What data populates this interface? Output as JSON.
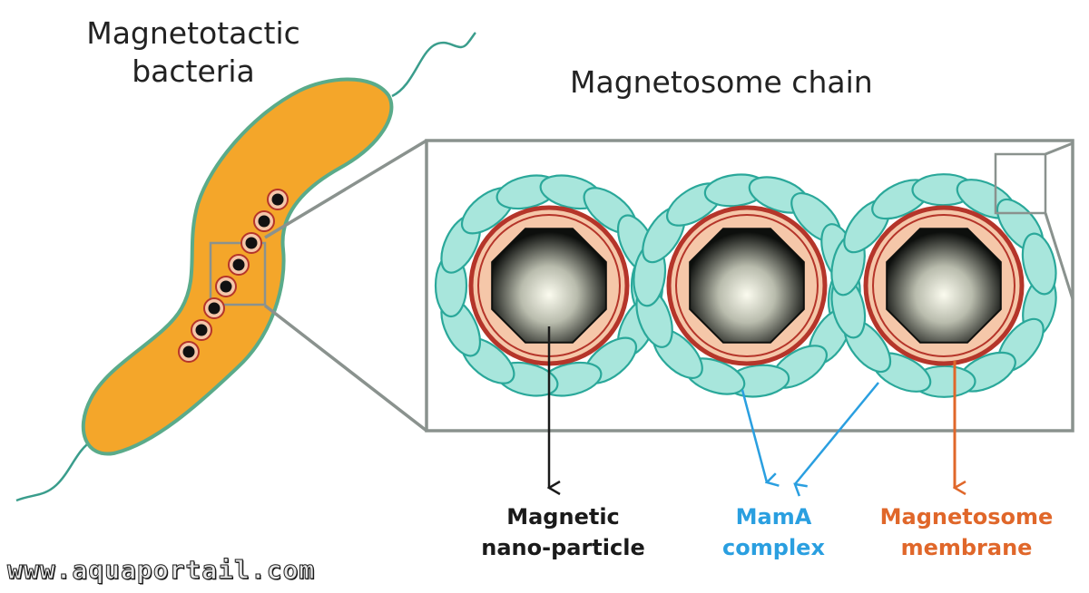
{
  "labels": {
    "bacteria_title_line1": "Magnetotactic",
    "bacteria_title_line2": "bacteria",
    "chain_title": "Magnetosome chain",
    "nanoparticle_line1": "Magnetic",
    "nanoparticle_line2": "nano-particle",
    "mama_line1": "MamA",
    "mama_line2": "complex",
    "membrane_line1": "Magnetosome",
    "membrane_line2": "membrane"
  },
  "watermark": "www.aquaportail.com",
  "colors": {
    "bacterium_body": "#f4a62a",
    "bacterium_outline": "#5aab8a",
    "flagellum": "#3a9d8c",
    "mama_protein": "#a8e6dc",
    "mama_outline": "#2aa89a",
    "membrane": "#b5352a",
    "membrane_fill": "#f5c7a9",
    "zoom_frame": "#8a928e",
    "nanoparticle_label": "#1a1a1a",
    "mama_label": "#2a9fe0",
    "membrane_label": "#e0672a",
    "watermark": "#e8e8e8"
  }
}
